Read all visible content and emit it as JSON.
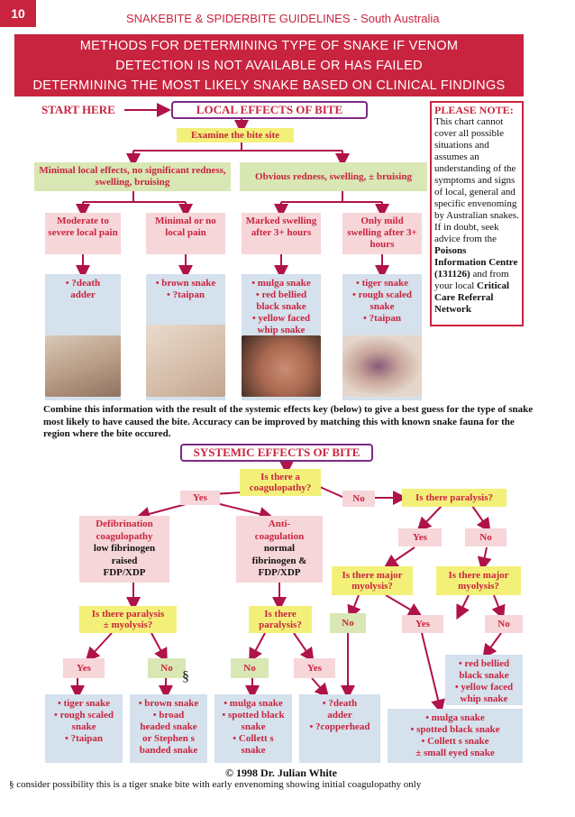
{
  "page_number": "10",
  "running_header": "SNAKEBITE & SPIDERBITE GUIDELINES - South Australia",
  "banner": {
    "line1": "METHODS FOR DETERMINING TYPE OF SNAKE IF VENOM",
    "line2": "DETECTION IS NOT AVAILABLE OR HAS FAILED",
    "line3": "DETERMINING THE MOST LIKELY SNAKE BASED ON CLINICAL FINDINGS"
  },
  "start_here": "START HERE",
  "local": {
    "title": "LOCAL EFFECTS OF BITE",
    "examine": "Examine the bite site",
    "minimal": "Minimal local effects, no significant redness, swelling, bruising",
    "obvious": "Obvious redness, swelling, ± bruising",
    "pain1": "Moderate to severe local pain",
    "pain2": "Minimal or no local pain",
    "pain3": "Marked swelling after 3+ hours",
    "pain4": "Only mild swelling after 3+ hours",
    "snakes1": [
      "• ?death",
      "adder"
    ],
    "snakes2": [
      "• brown snake",
      "• ?taipan"
    ],
    "snakes3": [
      "• mulga snake",
      "• red bellied",
      "black snake",
      "• yellow faced",
      "whip snake"
    ],
    "snakes4": [
      "• tiger snake",
      "• rough scaled",
      "snake",
      "• ?taipan"
    ]
  },
  "note": {
    "heading": "PLEASE NOTE:",
    "body": "This chart cannot cover all possible situations and assumes an understanding of the symptoms and signs of local, general and specific envenoming by Australian snakes. If in doubt, seek advice from the",
    "bold1": "Poisons Information Centre (131126)",
    "mid": "and from your local",
    "bold2": "Critical Care Referral Network"
  },
  "combine": "Combine this information with the result of the systemic effects key (below) to give a best guess for the type of snake most likely to have caused the bite. Accuracy can be improved by matching this with known snake fauna for the region where the bite occured.",
  "systemic": {
    "title": "SYSTEMIC EFFECTS OF BITE",
    "coag_q": [
      "Is there a",
      "coagulopathy?"
    ],
    "yes": "Yes",
    "no": "No",
    "paralysis_q": "Is there paralysis?",
    "defib": [
      "Defibrination",
      "coagulopathy",
      "low fibrinogen",
      "raised",
      "FDP/XDP"
    ],
    "anticoag": [
      "Anti-",
      "coagulation",
      "normal",
      "fibrinogen &",
      "FDP/XDP"
    ],
    "myolysis_q": [
      "Is there major",
      "myolysis?"
    ],
    "paralysis_myolysis_q": [
      "Is there paralysis",
      "± myolysis?"
    ],
    "is_paralysis_q": [
      "Is there",
      "paralysis?"
    ],
    "section_mark": "§",
    "r1": [
      "• tiger snake",
      "• rough scaled",
      "snake",
      "• ?taipan"
    ],
    "r2": [
      "• brown snake",
      "• broad",
      "headed snake",
      "or Stephen  s",
      "banded snake"
    ],
    "r3": [
      "• mulga snake",
      "• spotted black",
      "snake",
      "• Collett  s",
      "snake"
    ],
    "r4": [
      "• ?death",
      "adder",
      "• ?copperhead"
    ],
    "r5": [
      "• red bellied",
      "black snake",
      "• yellow faced",
      "whip snake"
    ],
    "r6": [
      "• mulga snake",
      "• spotted black snake",
      "• Collett  s snake",
      "± small eyed snake"
    ]
  },
  "copyright": "© 1998 Dr. Julian White",
  "footnote": "§ consider possibility this is a tiger snake bite with early envenoming showing initial coagulopathy only"
}
